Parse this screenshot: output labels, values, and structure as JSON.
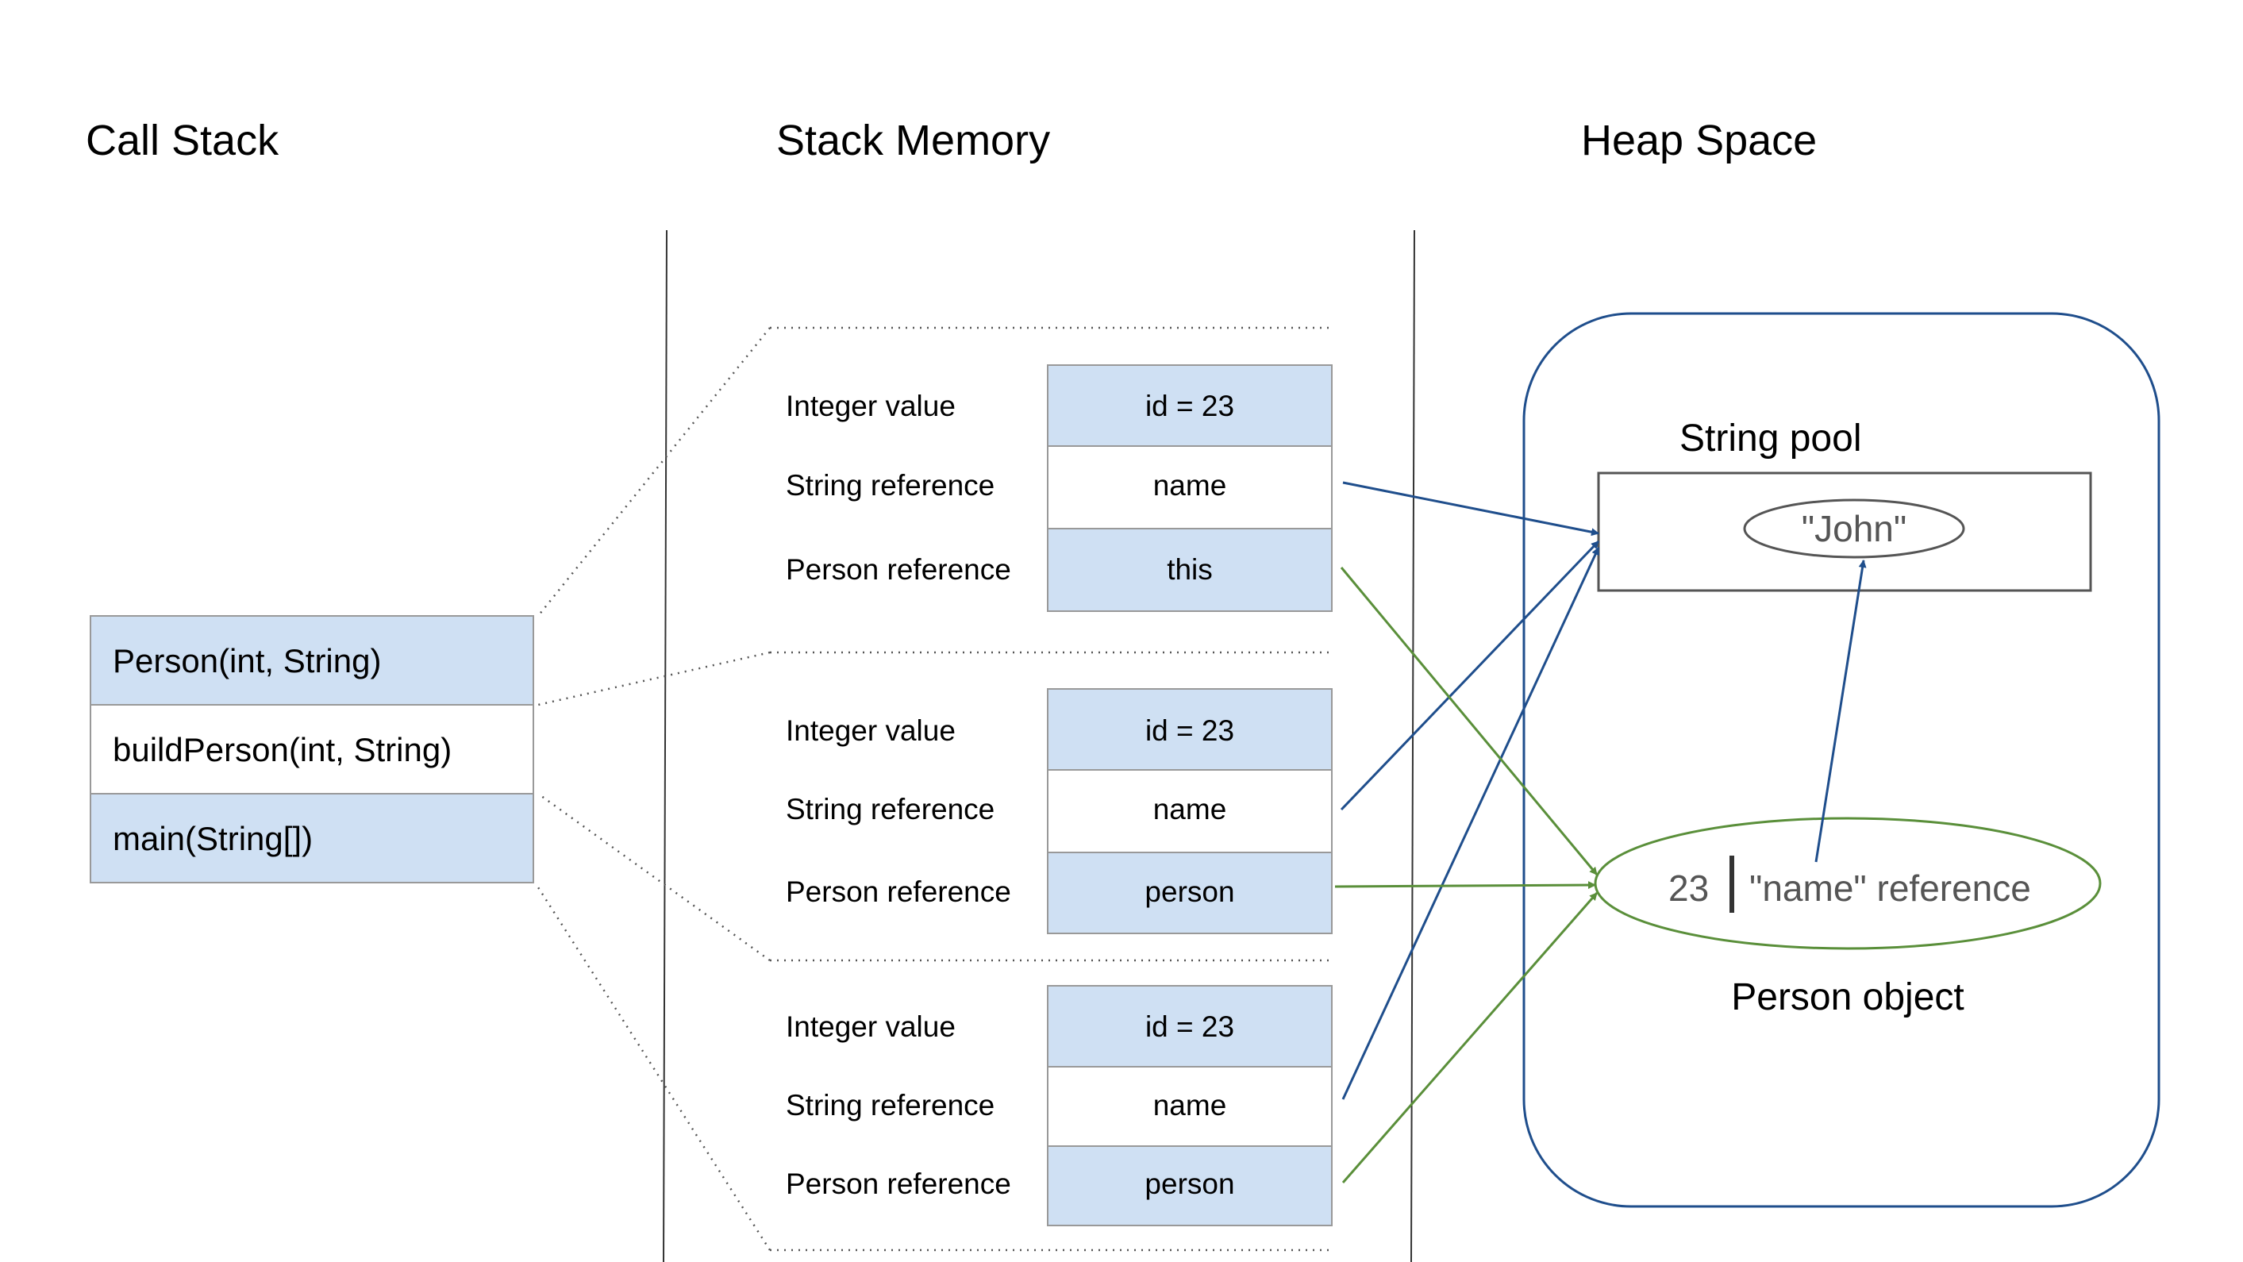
{
  "headings": {
    "call_stack": "Call Stack",
    "stack_memory": "Stack Memory",
    "heap_space": "Heap Space"
  },
  "call_stack": {
    "frames": [
      "Person(int, String)",
      "buildPerson(int, String)",
      "main(String[])"
    ]
  },
  "stack_memory": {
    "frames": [
      {
        "rows": [
          {
            "label": "Integer value",
            "value": "id = 23"
          },
          {
            "label": "String reference",
            "value": "name"
          },
          {
            "label": "Person reference",
            "value": "this"
          }
        ]
      },
      {
        "rows": [
          {
            "label": "Integer value",
            "value": "id = 23"
          },
          {
            "label": "String reference",
            "value": "name"
          },
          {
            "label": "Person reference",
            "value": "person"
          }
        ]
      },
      {
        "rows": [
          {
            "label": "Integer value",
            "value": "id = 23"
          },
          {
            "label": "String reference",
            "value": "name"
          },
          {
            "label": "Person reference",
            "value": "person"
          }
        ]
      }
    ]
  },
  "heap": {
    "string_pool_title": "String pool",
    "string_value": "\"John\"",
    "person_object_id": "23",
    "person_object_ref": "\"name\" reference",
    "person_object_title": "Person object"
  },
  "colors": {
    "cell_fill": "#cfe0f3",
    "cell_border": "#999999",
    "string_arrow": "#1f4e8c",
    "person_arrow": "#5a8f3a",
    "heap_border": "#1f4e8c",
    "person_ellipse": "#5a8f3a"
  }
}
